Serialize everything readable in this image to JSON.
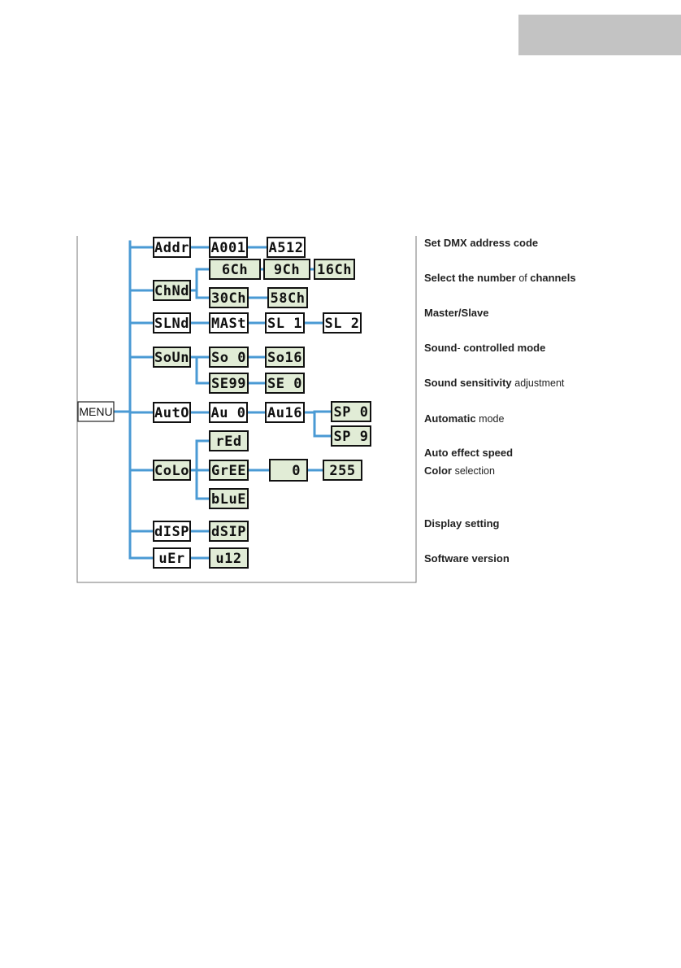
{
  "menu_root": "MENU",
  "colors": {
    "line": "#4a9ad4",
    "lcd_highlight": "#e1ecd6",
    "lcd_plain": "#ffffff",
    "frame": "#777777",
    "tab_block": "#c3c3c3"
  },
  "nodes": [
    {
      "id": "addr",
      "label": "Addr",
      "highlight": false
    },
    {
      "id": "a001",
      "label": "A001",
      "highlight": false
    },
    {
      "id": "a512",
      "label": "A512",
      "highlight": false
    },
    {
      "id": "chnd",
      "label": "ChNd",
      "highlight": true
    },
    {
      "id": "6ch",
      "label": "6Ch",
      "highlight": true
    },
    {
      "id": "9ch",
      "label": "9Ch",
      "highlight": true
    },
    {
      "id": "16ch",
      "label": "16Ch",
      "highlight": true
    },
    {
      "id": "30ch",
      "label": "30Ch",
      "highlight": true
    },
    {
      "id": "58ch",
      "label": "58Ch",
      "highlight": true
    },
    {
      "id": "slnd",
      "label": "SLNd",
      "highlight": false
    },
    {
      "id": "mast",
      "label": "MASt",
      "highlight": false
    },
    {
      "id": "sl1",
      "label": "SL 1",
      "highlight": false
    },
    {
      "id": "sl2",
      "label": "SL 2",
      "highlight": false
    },
    {
      "id": "soun",
      "label": "SoUn",
      "highlight": true
    },
    {
      "id": "so0",
      "label": "So 0",
      "highlight": true
    },
    {
      "id": "so16",
      "label": "So16",
      "highlight": true
    },
    {
      "id": "se99",
      "label": "SE99",
      "highlight": true
    },
    {
      "id": "se0",
      "label": "SE 0",
      "highlight": true
    },
    {
      "id": "auto",
      "label": "AutO",
      "highlight": false
    },
    {
      "id": "au0",
      "label": "Au 0",
      "highlight": false
    },
    {
      "id": "au16",
      "label": "Au16",
      "highlight": false
    },
    {
      "id": "sp0",
      "label": "SP 0",
      "highlight": true
    },
    {
      "id": "sp9",
      "label": "SP 9",
      "highlight": true
    },
    {
      "id": "colo",
      "label": "CoLo",
      "highlight": true
    },
    {
      "id": "red",
      "label": "rEd",
      "highlight": true
    },
    {
      "id": "gree",
      "label": "GrEE",
      "highlight": true
    },
    {
      "id": "val0",
      "label": "0",
      "highlight": true
    },
    {
      "id": "v255",
      "label": "255",
      "highlight": true
    },
    {
      "id": "blue",
      "label": "bLuE",
      "highlight": true
    },
    {
      "id": "disp",
      "label": "dISP",
      "highlight": false
    },
    {
      "id": "dsip",
      "label": "dSIP",
      "highlight": true
    },
    {
      "id": "ver",
      "label": "uEr",
      "highlight": false
    },
    {
      "id": "u12",
      "label": "u12",
      "highlight": true
    }
  ],
  "descriptions": [
    {
      "id": "addr",
      "parts": [
        {
          "t": "Set DMX address code",
          "lite": false
        }
      ]
    },
    {
      "id": "chnd",
      "parts": [
        {
          "t": "Select the number ",
          "lite": false
        },
        {
          "t": "of ",
          "lite": true
        },
        {
          "t": "channels",
          "lite": false
        }
      ]
    },
    {
      "id": "slnd",
      "parts": [
        {
          "t": "Master/Slave",
          "lite": false
        }
      ]
    },
    {
      "id": "soun",
      "parts": [
        {
          "t": "Sound",
          "lite": false
        },
        {
          "t": "-",
          "lite": true
        },
        {
          "t": " controlled mode",
          "lite": false
        }
      ]
    },
    {
      "id": "sens",
      "parts": [
        {
          "t": "Sound sensitivity ",
          "lite": false
        },
        {
          "t": "adjustment",
          "lite": true
        }
      ]
    },
    {
      "id": "auto",
      "parts": [
        {
          "t": "Automatic ",
          "lite": false
        },
        {
          "t": "mode",
          "lite": true
        }
      ]
    },
    {
      "id": "speed",
      "parts": [
        {
          "t": "Auto effect speed",
          "lite": false
        }
      ]
    },
    {
      "id": "colo",
      "parts": [
        {
          "t": "Color ",
          "lite": false
        },
        {
          "t": "selection",
          "lite": true
        }
      ]
    },
    {
      "id": "disp",
      "parts": [
        {
          "t": "Display setting",
          "lite": false
        }
      ]
    },
    {
      "id": "ver",
      "parts": [
        {
          "t": "Software version",
          "lite": false
        }
      ]
    }
  ]
}
